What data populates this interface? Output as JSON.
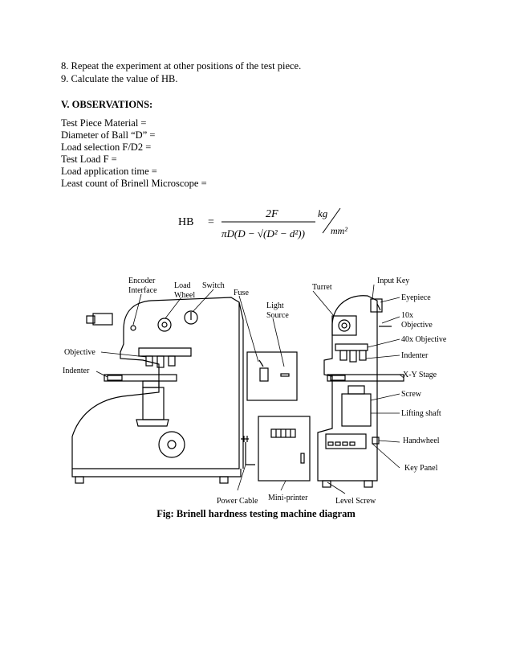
{
  "steps": [
    "8. Repeat the experiment at other positions of the test piece.",
    "9. Calculate the value of HB."
  ],
  "section_heading": "V. OBSERVATIONS:",
  "observations": [
    "Test Piece Material =",
    "Diameter of Ball “D” =",
    "Load selection F/D2 =",
    "Test Load F =",
    "Load application time =",
    "Least count of Brinell Microscope ="
  ],
  "formula": {
    "lhs": "HB",
    "equals": "=",
    "numerator": "2F",
    "denominator": "πD(D − √(D² − d²))",
    "unit_num": "kg",
    "unit_den": "mm²"
  },
  "diagram_labels": {
    "encoder_interface": [
      "Encoder",
      "Interface"
    ],
    "load_wheel": [
      "Load",
      "Wheel"
    ],
    "switch": "Switch",
    "fuse": "Fuse",
    "light_source": [
      "Light",
      "Source"
    ],
    "turret": "Turret",
    "input_key": "Input Key",
    "eyepiece": "Eyepiece",
    "objective_10x": [
      "10x",
      "Objective"
    ],
    "objective_40x": "40x Objective",
    "indenter_right": "Indenter",
    "xy_stage": "X-Y Stage",
    "screw": "Screw",
    "lifting_shaft": "Lifting shaft",
    "handwheel": "Handwheel",
    "key_panel": "Key Panel",
    "objective_left": "Objective",
    "indenter_left": "Indenter",
    "power_cable": "Power Cable",
    "mini_printer": "Mini-printer",
    "level_screw": "Level Screw"
  },
  "caption": "Fig: Brinell hardness testing machine diagram"
}
